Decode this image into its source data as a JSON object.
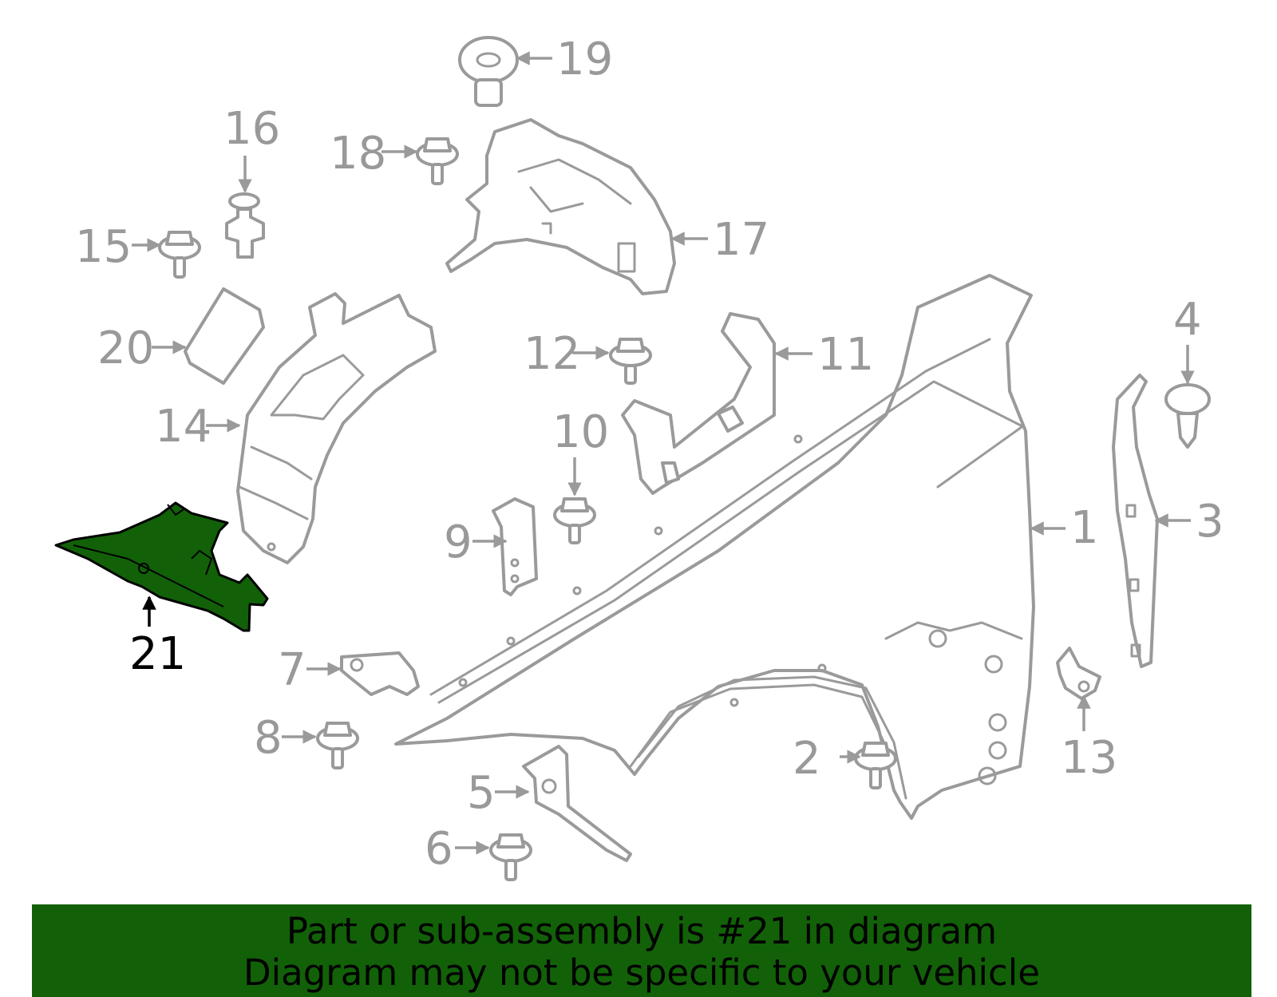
{
  "diagram": {
    "highlighted_part": "21",
    "callouts": [
      "1",
      "2",
      "3",
      "4",
      "5",
      "6",
      "7",
      "8",
      "9",
      "10",
      "11",
      "12",
      "13",
      "14",
      "15",
      "16",
      "17",
      "18",
      "19",
      "20",
      "21"
    ]
  },
  "banner": {
    "line1": "Part or sub-assembly is #21 in diagram",
    "line2": "Diagram may not be specific to your vehicle"
  },
  "colors": {
    "highlight": "#126108",
    "outline": "#9a9a9a",
    "banner_bg": "#126108"
  }
}
